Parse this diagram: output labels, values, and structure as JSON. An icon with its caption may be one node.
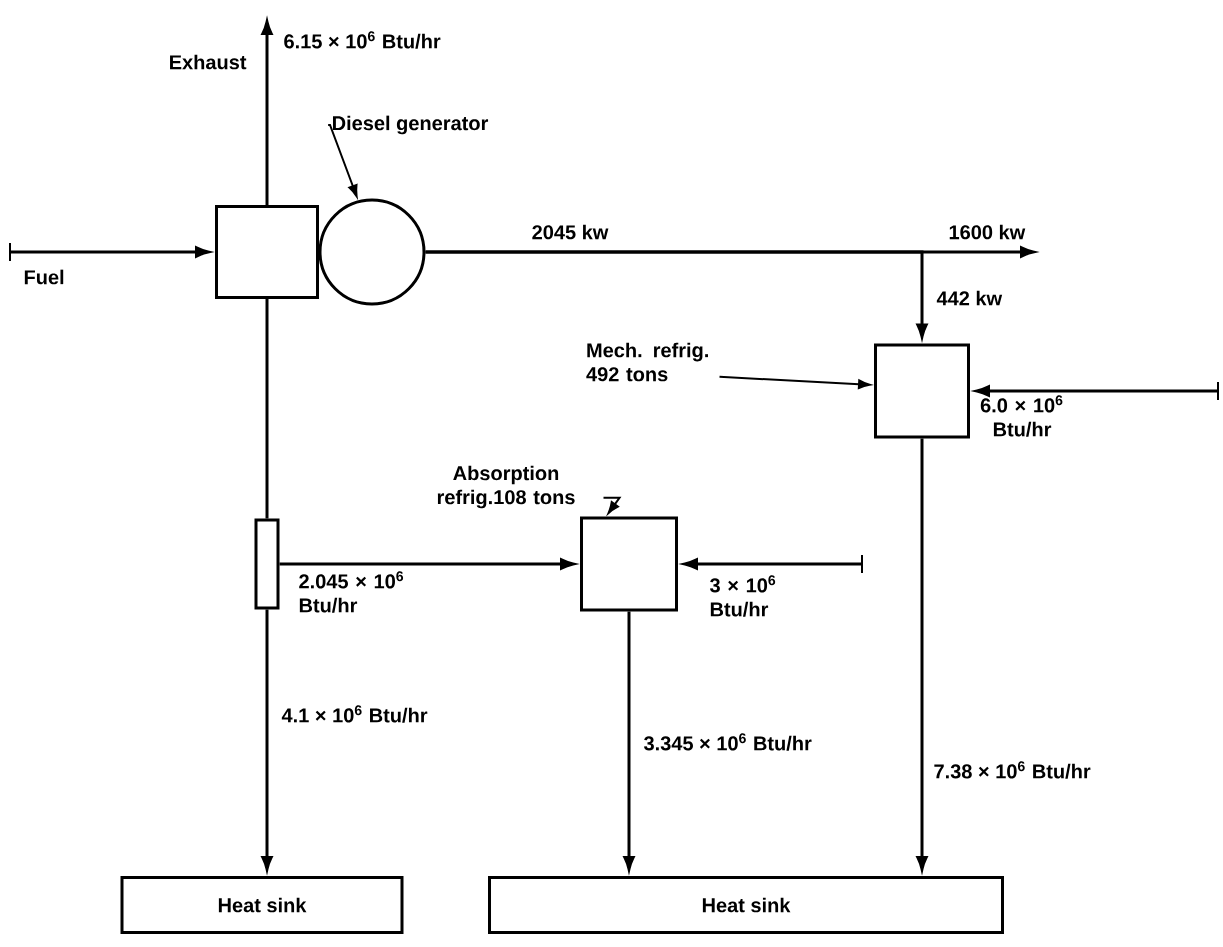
{
  "diagram": {
    "nodes": [
      {
        "text": [],
        "shape": "box"
      },
      {
        "text": [],
        "shape": "circle"
      },
      {
        "text": [
          "Diesel generator"
        ]
      },
      {
        "text": [],
        "shape": "box"
      },
      {
        "text": [
          "Mech. refrig. 492 tons"
        ]
      },
      {
        "text": [],
        "shape": "box"
      },
      {
        "text": [],
        "shape": "box"
      },
      {
        "text": [
          "Absorption refrig.108 tons"
        ]
      },
      {
        "text": [
          "Heat sink"
        ]
      },
      {
        "text": [
          "Heat sink"
        ]
      }
    ],
    "edges": [
      {
        "from": null,
        "to": 0,
        "arrow": "to",
        "label": "Fuel"
      },
      {
        "from": 0,
        "to": null,
        "arrow": "to",
        "label": "6.15 × 10$^{6}$ Btu/hr"
      },
      {
        "from": 1,
        "to": null,
        "arrow": "to",
        "label": "1600 kw"
      },
      {
        "from": 1,
        "to": 3,
        "arrow": "to",
        "label": "442 kw"
      },
      {
        "from": null,
        "to": 3,
        "arrow": "to",
        "label": "6.0 × 10$^{6}$ Btu/hr"
      },
      {
        "from": 4,
        "to": 3,
        "arrow": "to"
      },
      {
        "from": 0,
        "to": 5,
        "arrow": "none"
      },
      {
        "from": 5,
        "to": 8,
        "arrow": "to",
        "label": "4.1 × 10$^{6}$ Btu/hr"
      },
      {
        "from": 5,
        "to": 6,
        "arrow": "to",
        "label": "2.045 × 10$^{6}$ Btu/hr"
      },
      {
        "from": null,
        "to": 6,
        "arrow": "to",
        "label": "3 × 10$^{6}$ Btu/hr"
      },
      {
        "from": 7,
        "to": 6,
        "arrow": "to"
      },
      {
        "from": 6,
        "to": 9,
        "arrow": "to",
        "label": "3.345 × 10$^{6}$ Btu/hr"
      },
      {
        "from": 3,
        "to": 9,
        "arrow": "to",
        "label": "7.38 × 10$^{6}$ Btu/hr"
      },
      {
        "from": 2,
        "to": 1,
        "arrow": "to"
      }
    ],
    "labels": [
      "Exhaust",
      "2045 kw"
    ]
  }
}
